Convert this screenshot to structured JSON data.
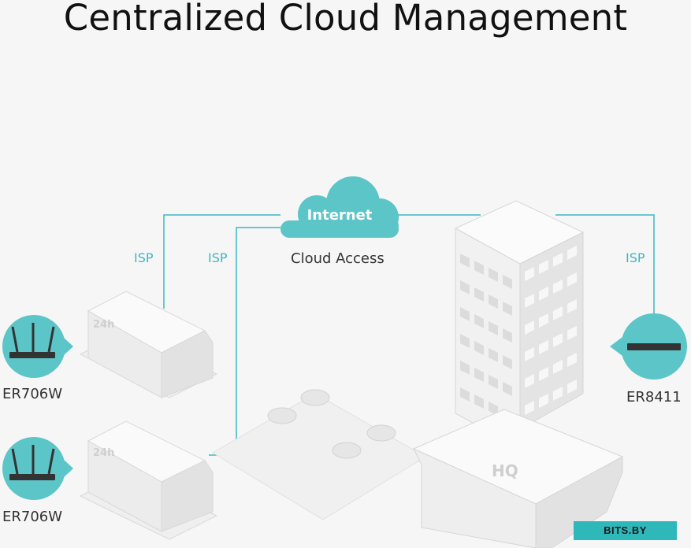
{
  "title": "Centralized Cloud Management",
  "cloud": {
    "label": "Internet",
    "caption": "Cloud Access"
  },
  "links": {
    "isp_left": "ISP",
    "isp_mid": "ISP",
    "isp_right": "ISP"
  },
  "devices": {
    "top_left": "ER706W",
    "bottom_left": "ER706W",
    "right": "ER8411"
  },
  "building": {
    "hq_sign": "HQ",
    "store_sign": "24h"
  },
  "watermark": "BITS.BY",
  "colors": {
    "accent": "#5cc5c8",
    "line": "#3bb7c4",
    "background": "#f6f6f6"
  }
}
